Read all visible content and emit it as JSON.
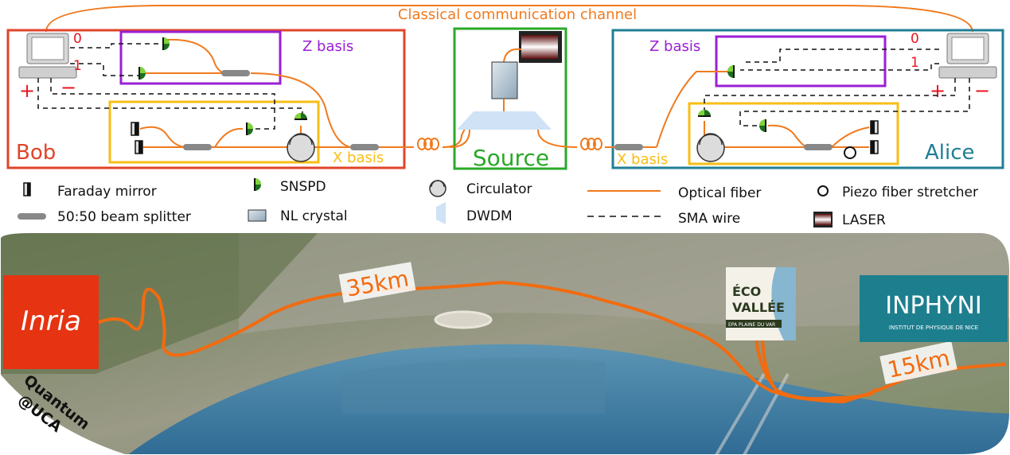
{
  "channel_label": "Classical communication channel",
  "bob": {
    "name": "Bob",
    "z_basis": "Z basis",
    "x_basis": "X basis",
    "bit0": "0",
    "bit1": "1",
    "plus": "+",
    "minus": "−"
  },
  "source": {
    "name": "Source"
  },
  "alice": {
    "name": "Alice",
    "z_basis": "Z basis",
    "x_basis": "X basis",
    "bit0": "0",
    "bit1": "1",
    "plus": "+",
    "minus": "−"
  },
  "legend": {
    "faraday": "Faraday mirror",
    "splitter": "50:50 beam splitter",
    "snspd": "SNSPD",
    "nl_crystal": "NL crystal",
    "circulator": "Circulator",
    "dwdm": "DWDM",
    "fiber": "Optical fiber",
    "sma": "SMA wire",
    "piezo": "Piezo fiber stretcher",
    "laser": "LASER"
  },
  "map": {
    "dist_35": "35km",
    "dist_15": "15km",
    "inria_logo": "Inria",
    "ecovallee_line1": "ÉCO",
    "ecovallee_line2": "VALLÉE",
    "ecovallee_sub": "EPA PLAINE DU VAR",
    "inphyni_logo": "INPHYNI",
    "inphyni_sub": "INSTITUT DE PHYSIQUE DE NICE",
    "quantum_line1": "Quantum",
    "quantum_line2": "@UCA"
  },
  "colors": {
    "fiber": "#f07a1e",
    "bob_box": "#e0442a",
    "source_box": "#2aa82a",
    "alice_box": "#1f7f94",
    "z_basis_box": "#9b1fd6",
    "x_basis_box": "#f7be14",
    "red_label": "#e8141e"
  }
}
